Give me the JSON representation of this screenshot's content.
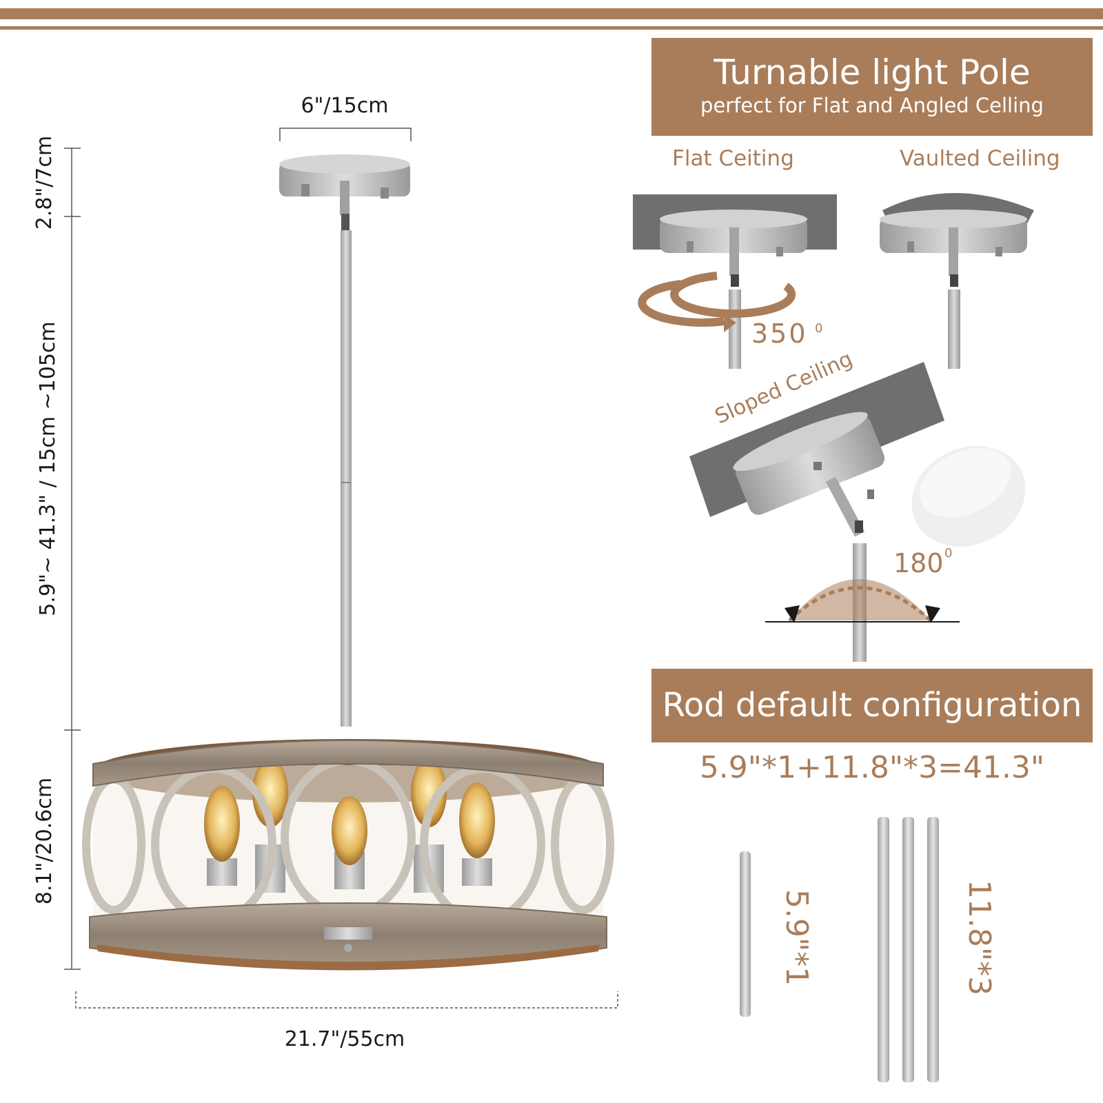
{
  "dimensions": {
    "canopy_width": "6\"/15cm",
    "canopy_height": "2.8\"/7cm",
    "rod_length": "5.9\"~ 41.3\" / 15cm ~105cm",
    "shade_height": "8.1\"/20.6cm",
    "shade_width": "21.7\"/55cm"
  },
  "pole_panel": {
    "title": "Turnable light Pole",
    "subtitle": "perfect for Flat and Angled Celling",
    "flat_label": "Flat Ceiting",
    "vaulted_label": "Vaulted Ceiling",
    "rotation_flat": "350",
    "rotation_unit": "0",
    "sloped_label": "Sloped Ceiling",
    "rotation_sloped": "180",
    "rotation_sloped_unit": "0"
  },
  "rod_panel": {
    "title": "Rod default configuration",
    "formula": "5.9\"*1+11.8\"*3=41.3\"",
    "short_rod_label": "5.9\"*1",
    "long_rod_label": "11.8\"*3"
  },
  "colors": {
    "accent": "#a97d5a",
    "metal": "#b9b9b9",
    "wood": "#9b7a5e"
  }
}
